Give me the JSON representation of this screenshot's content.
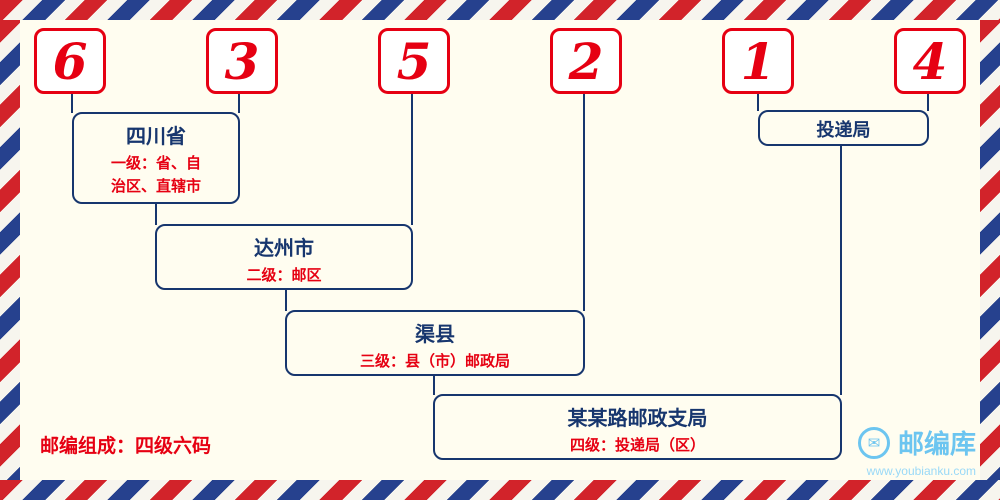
{
  "postal_code": {
    "digits": [
      "6",
      "3",
      "5",
      "2",
      "1",
      "4"
    ]
  },
  "levels": [
    {
      "name": "四川省",
      "desc": "一级：省、自\n治区、直辖市"
    },
    {
      "name": "达州市",
      "desc": "二级：邮区"
    },
    {
      "name": "渠县",
      "desc": "三级：县（市）邮政局"
    },
    {
      "name": "某某路邮政支局",
      "desc": "四级：投递局（区）"
    },
    {
      "name": "投递局"
    }
  ],
  "footer": {
    "composition": "邮编组成：四级六码"
  },
  "logo": {
    "site_name": "邮编库",
    "site_url": "www.youbianku.com",
    "envelope_icon": "✉"
  },
  "colors": {
    "red": "#e60012",
    "navy": "#17366e",
    "cream": "#fffdf0",
    "stripe-red": "#d2232a",
    "stripe-blue": "#26418e",
    "logo-blue": "#6cc5f0",
    "logo-url-blue": "#9ad9f7"
  }
}
